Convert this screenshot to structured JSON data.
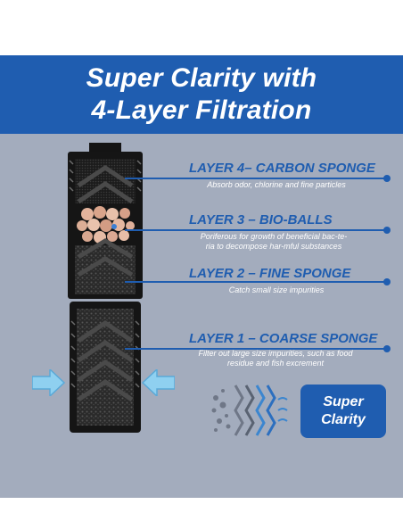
{
  "header": {
    "title_line1": "Super Clarity with",
    "title_line2": "4-Layer Filtration"
  },
  "layers": [
    {
      "title": "LAYER 4– CARBON SPONGE",
      "description": "Absorb odor, chlorine and fine particles"
    },
    {
      "title": "LAYER 3 – BIO-BALLS",
      "description": "Poriferous for growth of beneficial bac-te-ria to decompose har-mful substances"
    },
    {
      "title": "LAYER 2 – FINE SPONGE",
      "description": "Catch small size impurities"
    },
    {
      "title": "LAYER 1 – COARSE SPONGE",
      "description": "Filter out large size impurities, such as food residue and fish excrement"
    }
  ],
  "badge": {
    "line1": "Super",
    "line2": "Clarity"
  },
  "icons": {
    "flow_left": "left-water-flow-arrow-icon",
    "flow_right": "right-water-flow-arrow-icon",
    "filtration": "filtration-layers-icon"
  },
  "colors": {
    "brand_blue": "#1f5db0",
    "panel_gray": "#a3acbd",
    "arrow_light_blue": "#8fd0f0"
  }
}
